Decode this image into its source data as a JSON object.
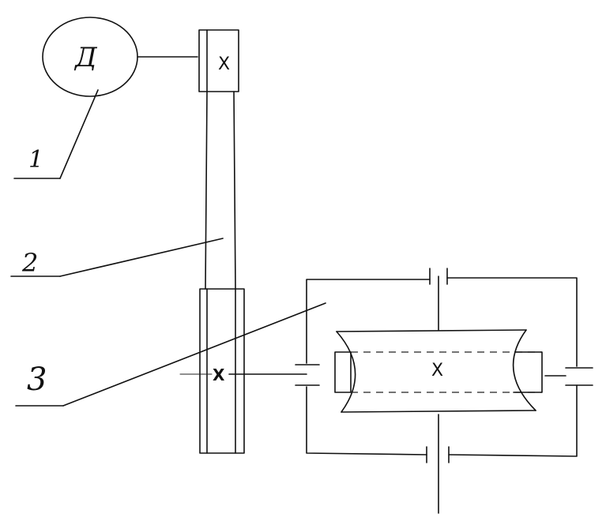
{
  "diagram": {
    "callouts": [
      {
        "number": "1"
      },
      {
        "number": "2"
      },
      {
        "number": "3"
      }
    ],
    "motor_symbol": "Д",
    "shaft_symbols": {
      "motor_pulley": "X",
      "driven_pulley": "X",
      "drum": "X"
    }
  }
}
